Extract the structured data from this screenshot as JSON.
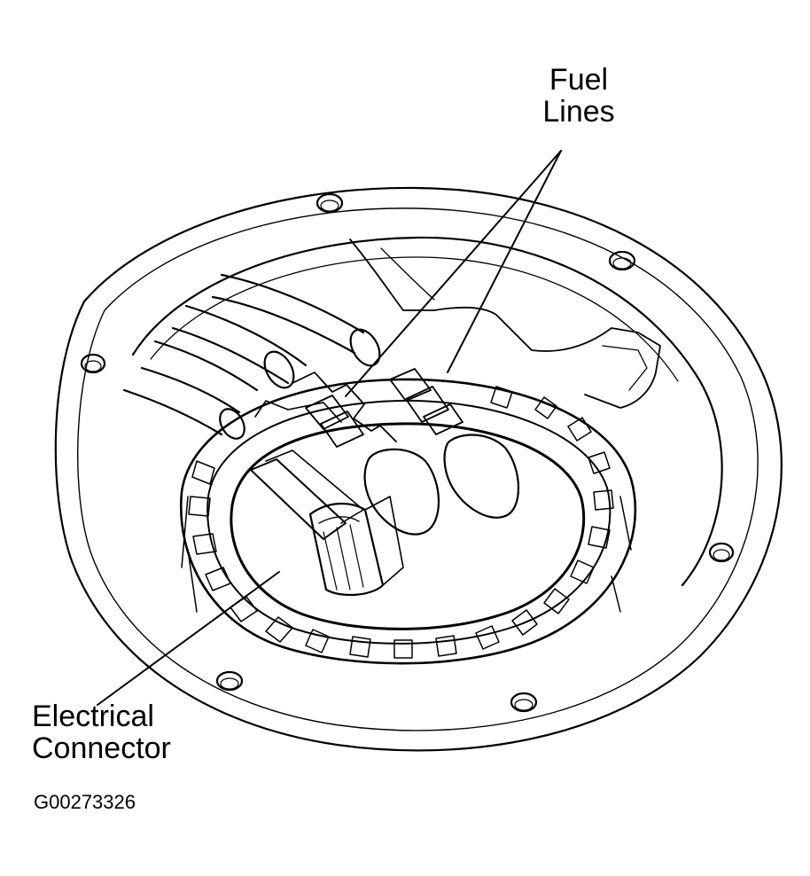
{
  "labels": {
    "fuel_lines_line1": "Fuel",
    "fuel_lines_line2": "Lines",
    "electrical_connector_line1": "Electrical",
    "electrical_connector_line2": "Connector",
    "figure_id": "G00273326"
  },
  "colors": {
    "ink": "#000000",
    "paper": "#ffffff"
  },
  "icons": [
    "mounting-hole-icon"
  ]
}
